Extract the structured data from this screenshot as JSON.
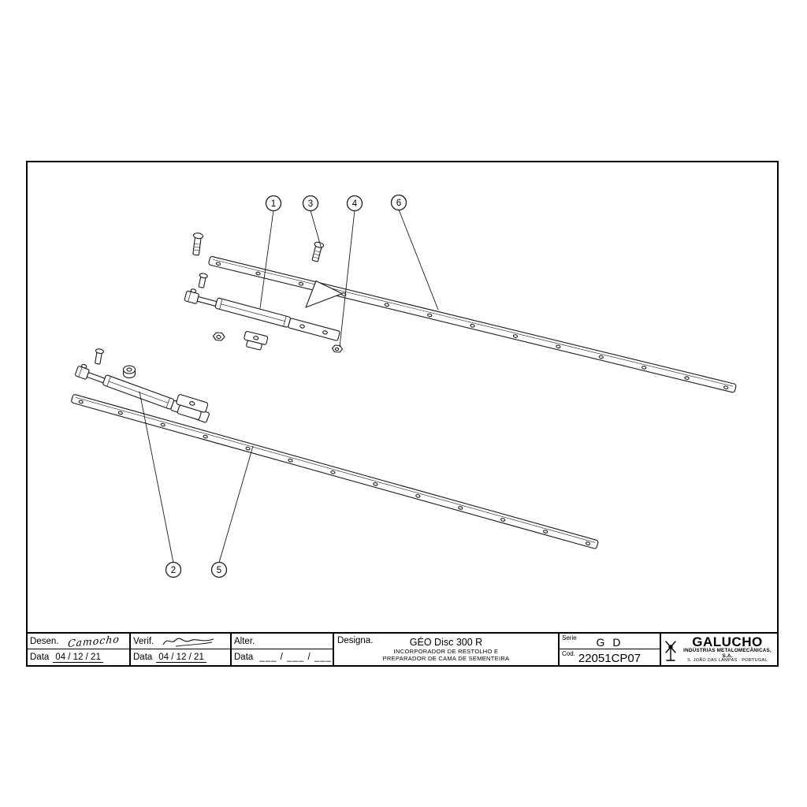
{
  "drawing": {
    "callouts": [
      {
        "label": "1"
      },
      {
        "label": "2"
      },
      {
        "label": "3"
      },
      {
        "label": "4"
      },
      {
        "label": "5"
      },
      {
        "label": "6"
      }
    ]
  },
  "title_block": {
    "desen": {
      "label": "Desen.",
      "signature": "Camocho",
      "data_label": "Data",
      "data_value": "04 / 12 / 21"
    },
    "verif": {
      "label": "Verif.",
      "data_label": "Data",
      "data_value": "04 / 12 / 21"
    },
    "alter": {
      "label": "Alter.",
      "data_label": "Data",
      "data_value": "___ / ___ / ___"
    },
    "designa": {
      "label": "Designa.",
      "title": "GÉO Disc 300 R",
      "subtitle1": "INCORPORADOR DE RESTOLHO E",
      "subtitle2": "PREPARADOR DE CAMA DE SEMENTEIRA"
    },
    "serie": {
      "label": "Serie",
      "value": "G D"
    },
    "cod": {
      "label": "Cod.",
      "value": "22051CP07"
    },
    "brand": {
      "name": "GALUCHO",
      "line1": "INDÚSTRIAS METALOMECÂNICAS, S.A.",
      "line2": "S. JOÃO DAS LAMPAS  ·  PORTUGAL"
    }
  }
}
